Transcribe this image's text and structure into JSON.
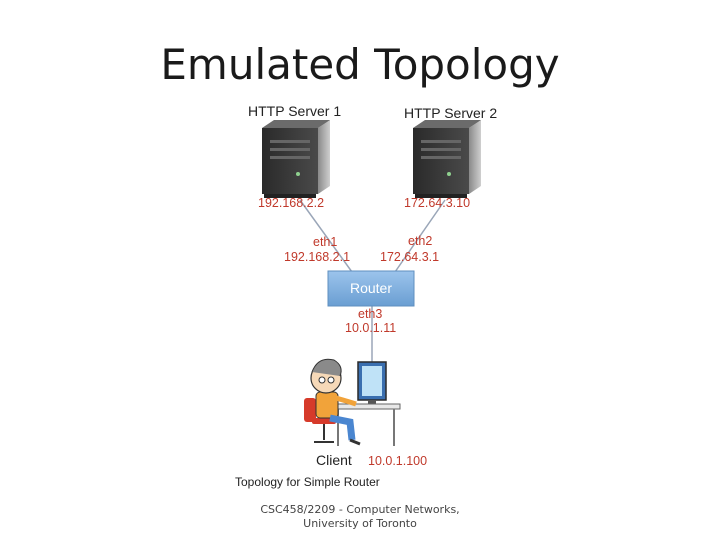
{
  "slide": {
    "title": "Emulated Topology",
    "footer_line1": "CSC458/2209 - Computer Networks,",
    "footer_line2": "University of Toronto"
  },
  "diagram": {
    "server1": {
      "name": "HTTP Server 1",
      "ip": "192.168.2.2"
    },
    "server2": {
      "name": "HTTP Server 2",
      "ip": "172.64.3.10"
    },
    "router": {
      "label": "Router",
      "eth1": {
        "name": "eth1",
        "ip": "192.168.2.1"
      },
      "eth2": {
        "name": "eth2",
        "ip": "172.64.3.1"
      },
      "eth3": {
        "name": "eth3",
        "ip": "10.0.1.11"
      }
    },
    "client": {
      "name": "Client",
      "ip": "10.0.1.100"
    },
    "caption": "Topology for Simple Router"
  },
  "colors": {
    "link_line": "#9aa6b8",
    "router_fill": "#7fb0e0",
    "ip_red": "#c0392b",
    "server_body": "#3a3a3a"
  }
}
